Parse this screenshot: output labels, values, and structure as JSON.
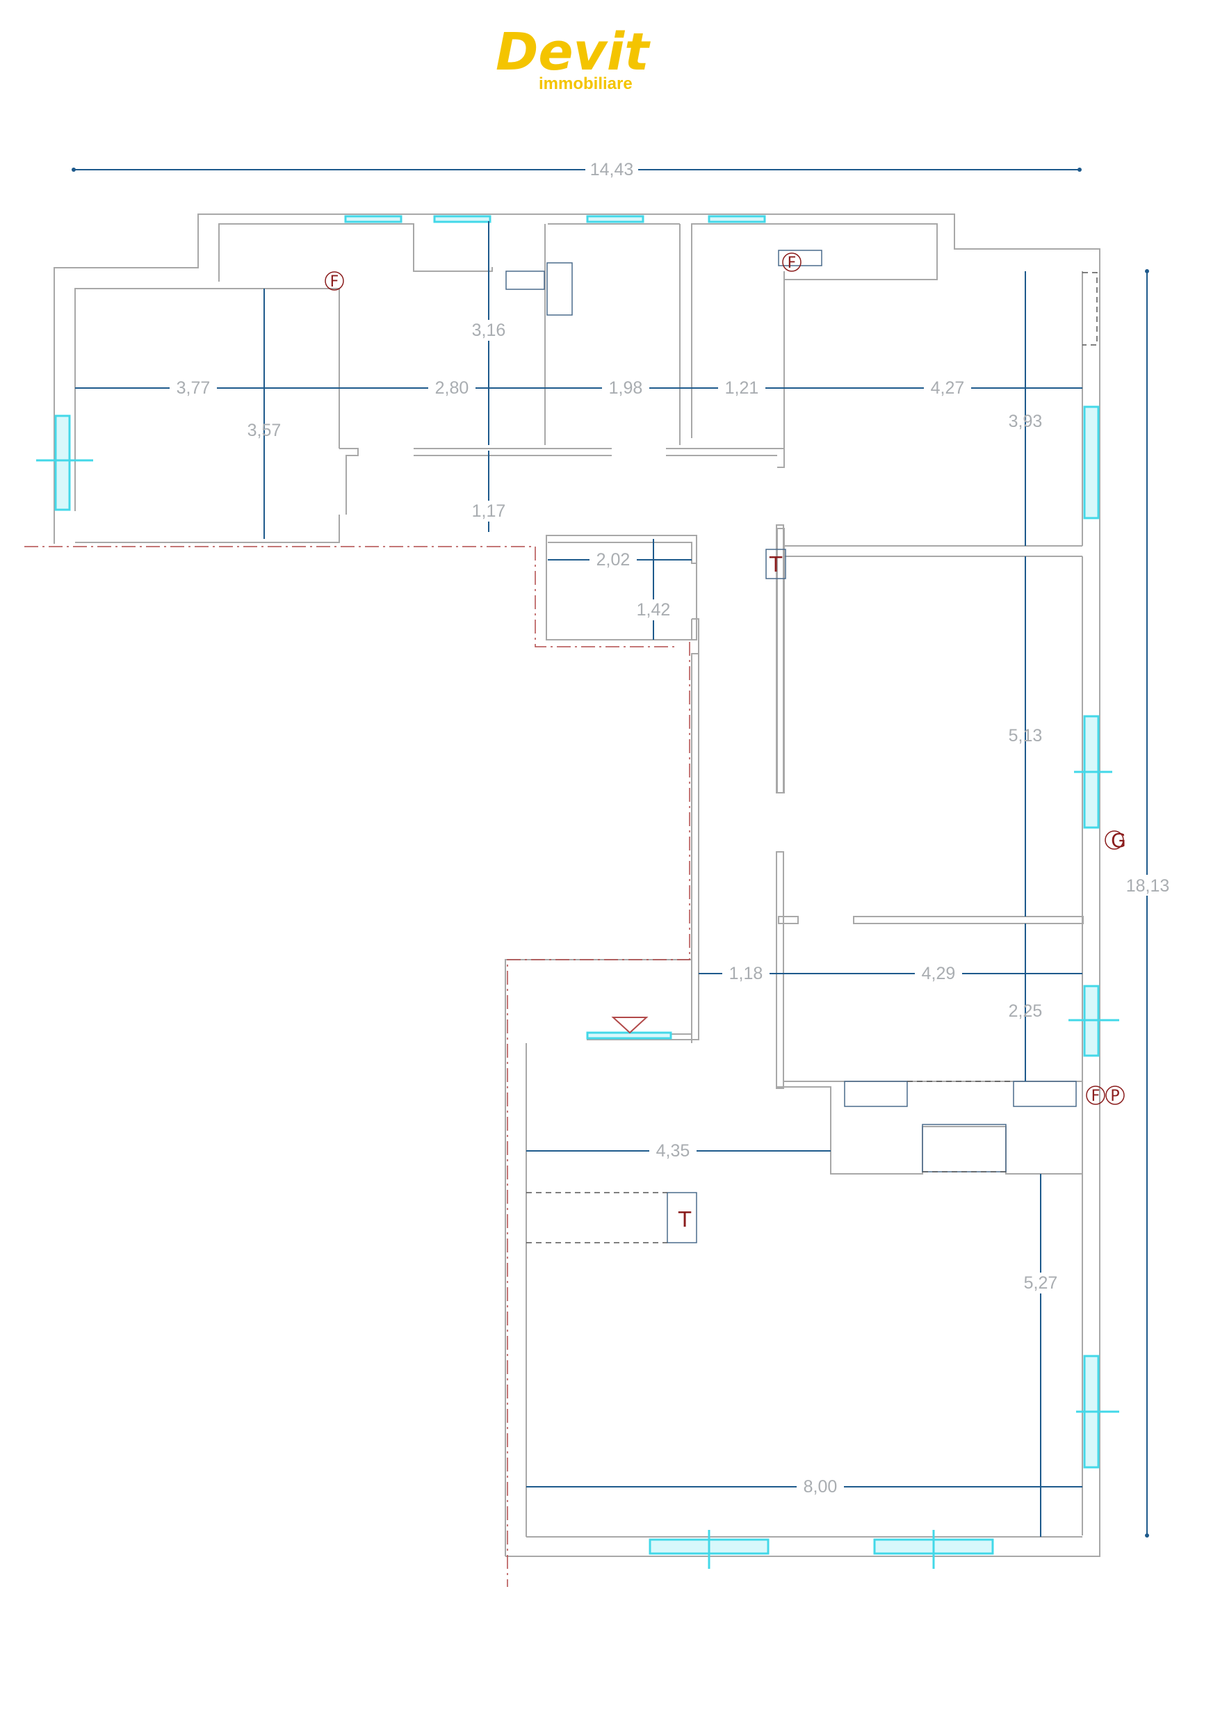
{
  "logo": {
    "brand": "Devit",
    "tagline": "immobiliare",
    "color": "#f4c400"
  },
  "colors": {
    "wall": "#a8a8a8",
    "dimension_line": "#1e5a8c",
    "window": "#43d8e8",
    "boundary": "#b24a4a",
    "symbol": "#8a1c1c",
    "dimension_text": "#a9adb1"
  },
  "overall": {
    "width_label": "14,43",
    "height_label": "18,13"
  },
  "rooms": {
    "room_1": {
      "width": "3,77",
      "depth": "3,57"
    },
    "room_2": {
      "width": "2,80",
      "depth": "3,16"
    },
    "room_3": {
      "width": "1,98"
    },
    "room_4": {
      "width": "1,21"
    },
    "room_5": {
      "width": "4,27",
      "depth": "3,93"
    },
    "hallway": {
      "depth": "1,17"
    },
    "small_room": {
      "width": "2,02",
      "depth": "1,42"
    },
    "room_6": {
      "depth": "5,13"
    },
    "room_7": {
      "width": "4,29",
      "depth": "2,25"
    },
    "passage": {
      "width": "1,18"
    },
    "living": {
      "upper_width": "4,35",
      "width": "8,00",
      "depth": "5,27"
    }
  },
  "symbols": {
    "F": "F",
    "G": "G",
    "P": "P",
    "T": "T"
  }
}
